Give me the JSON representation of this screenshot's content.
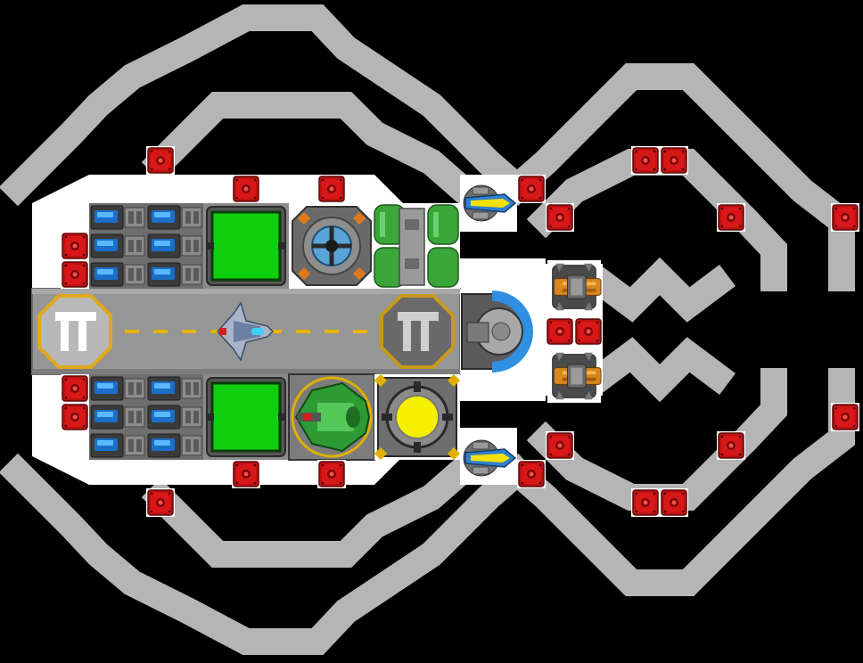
{
  "scene": {
    "kind": "spaceship-blueprint-editor",
    "colors": {
      "background": "#000000",
      "hull": "#b8b8b8",
      "hull_white": "#ffffff",
      "floor": "#8a8a8a",
      "runway": "#9a9a9a",
      "dash": "#e8b400",
      "helipad_border": "#d4a017",
      "green_panel": "#0ec40e",
      "reactor_yellow": "#f5f000",
      "red_block": "#cc1010",
      "blue_glow": "#2f8fe0",
      "orange": "#e08a20",
      "green_tank": "#3aa63a"
    }
  },
  "helipads": [
    {
      "id": "left",
      "glyph": "T",
      "icon": "helipad-icon",
      "style": "filled"
    },
    {
      "id": "right",
      "glyph": "T",
      "icon": "helipad-icon",
      "style": "dark"
    }
  ],
  "modules": {
    "battery_banks": [
      {
        "id": "top-left-bank",
        "icon": "battery-bank-icon"
      },
      {
        "id": "bottom-left-bank",
        "icon": "battery-bank-icon"
      }
    ],
    "green_panels": [
      {
        "id": "top-green-panel",
        "icon": "cargo-panel-icon"
      },
      {
        "id": "bottom-green-panel",
        "icon": "cargo-panel-icon"
      }
    ],
    "shield_generator": {
      "icon": "shield-generator-icon"
    },
    "fuel_tanks": {
      "icon": "fuel-tank-icon"
    },
    "reactor": {
      "icon": "reactor-icon"
    },
    "green_ship": {
      "icon": "fighter-ship-icon"
    },
    "shuttle": {
      "icon": "shuttle-ship-icon"
    },
    "cockpit": {
      "icon": "cockpit-dome-icon"
    },
    "laser_cannons": [
      {
        "id": "top-laser",
        "icon": "laser-cannon-icon"
      },
      {
        "id": "bottom-laser",
        "icon": "laser-cannon-icon"
      }
    ],
    "gatling_turrets": [
      {
        "id": "top-turret",
        "icon": "gatling-turret-icon"
      },
      {
        "id": "bottom-turret",
        "icon": "gatling-turret-icon"
      }
    ],
    "thrusters": {
      "icon": "thruster-block-icon",
      "count": 24
    }
  }
}
